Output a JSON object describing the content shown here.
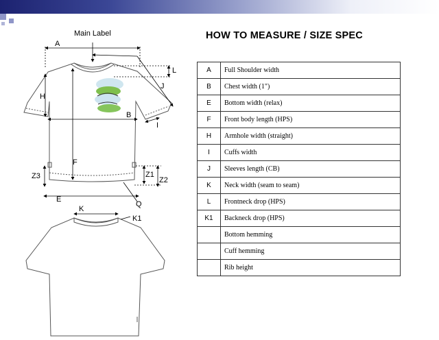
{
  "title": "HOW TO MEASURE / SIZE SPEC",
  "diagram": {
    "main_label": "Main Label",
    "labels": {
      "A": "A",
      "B": "B",
      "E": "E",
      "F": "F",
      "H": "H",
      "I": "I",
      "J": "J",
      "L": "L",
      "Q": "Q",
      "Z1": "Z1",
      "Z2": "Z2",
      "Z3": "Z3",
      "K": "K",
      "K1": "K1"
    }
  },
  "spec_rows": [
    {
      "code": "A",
      "desc": "Full Shoulder width"
    },
    {
      "code": "B",
      "desc": "Chest width (1\")"
    },
    {
      "code": "E",
      "desc": "Bottom width (relax)"
    },
    {
      "code": "F",
      "desc": "Front body length (HPS)"
    },
    {
      "code": "H",
      "desc": "Armhole width (straight)"
    },
    {
      "code": "I",
      "desc": "Cuffs width"
    },
    {
      "code": "J",
      "desc": "Sleeves length (CB)"
    },
    {
      "code": "K",
      "desc": "Neck width (seam to seam)"
    },
    {
      "code": "L",
      "desc": "Frontneck drop (HPS)"
    },
    {
      "code": "K1",
      "desc": "Backneck drop (HPS)"
    },
    {
      "code": "",
      "desc": "Bottom hemming"
    },
    {
      "code": "",
      "desc": "Cuff hemming"
    },
    {
      "code": "",
      "desc": "Rib height"
    }
  ]
}
